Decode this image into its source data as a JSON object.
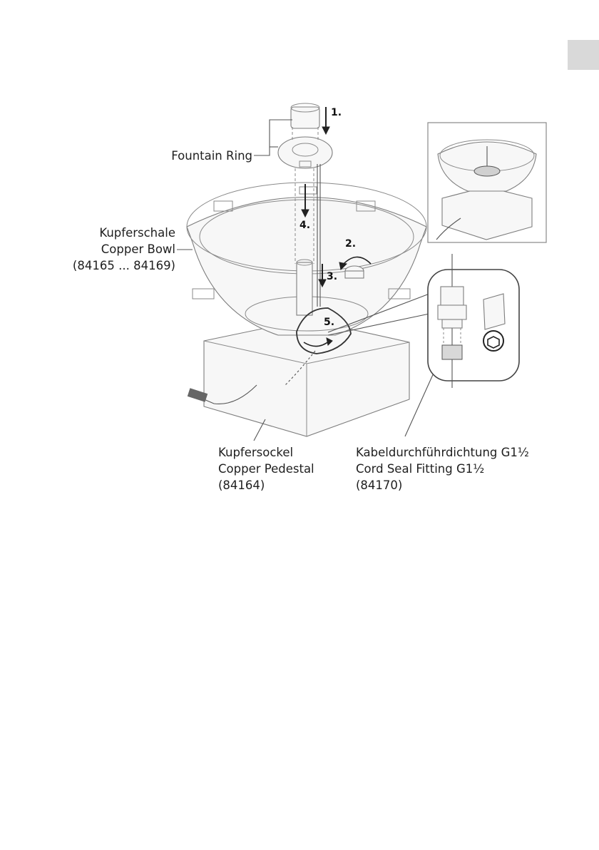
{
  "labels": {
    "fountain_ring": "Fountain Ring",
    "bowl_de": "Kupferschale",
    "bowl_en": "Copper Bowl",
    "bowl_num": "(84165 ... 84169)",
    "pedestal_de": "Kupfersockel",
    "pedestal_en": "Copper Pedestal",
    "pedestal_num": "(84164)",
    "seal_de": "Kabeldurchführdichtung G1½",
    "seal_en": "Cord Seal Fitting G1½",
    "seal_num": "(84170)"
  },
  "steps": {
    "s1": "1.",
    "s2": "2.",
    "s3": "3.",
    "s4": "4.",
    "s5": "5."
  },
  "colors": {
    "tab": "#d9d9d9",
    "line": "#555555",
    "text": "#1f1f1f"
  }
}
